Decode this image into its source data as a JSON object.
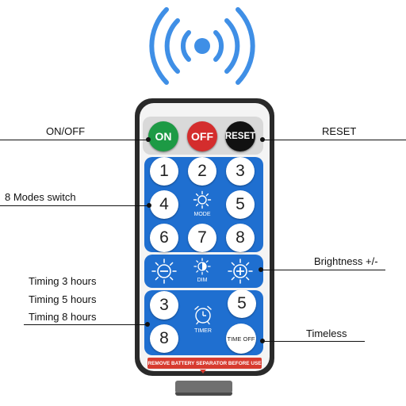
{
  "buttons": {
    "on": "ON",
    "off": "OFF",
    "reset": "RESET",
    "modes": [
      "1",
      "2",
      "3",
      "4",
      "5",
      "6",
      "7",
      "8"
    ],
    "timer_3": "3",
    "timer_5": "5",
    "timer_8": "8",
    "time_off": "TIME OFF"
  },
  "panel_labels": {
    "mode": "MODE",
    "dim": "DIM",
    "timer": "TIMER"
  },
  "battery_strip": "REMOVE BATTERY SEPARATOR BEFORE USE",
  "callouts": {
    "on_off": "ON/OFF",
    "reset": "RESET",
    "modes_switch": "8 Modes switch",
    "brightness": "Brightness +/-",
    "timing_3": "Timing 3 hours",
    "timing_5": "Timing 5 hours",
    "timing_8": "Timing 8 hours",
    "timeless": "Timeless"
  },
  "icons": [
    "wireless-signal-icon",
    "sun-icon",
    "sun-minus-icon",
    "sun-half-icon",
    "sun-plus-icon",
    "alarm-clock-icon"
  ],
  "colors": {
    "signal_blue": "#3f8fe6",
    "panel_blue": "#1f6fd0",
    "on_green": "#1d9a45",
    "off_red": "#d42d2d",
    "reset_black": "#111111",
    "strip_red": "#d73b2f"
  }
}
